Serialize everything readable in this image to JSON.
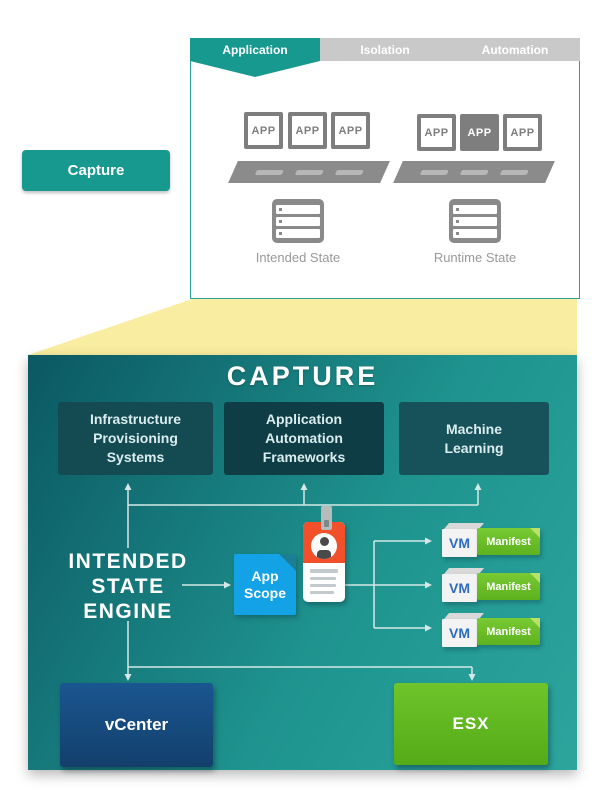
{
  "capture_button": {
    "label": "Capture"
  },
  "panel": {
    "tabs": [
      {
        "label": "Application",
        "active": true
      },
      {
        "label": "Isolation",
        "active": false
      },
      {
        "label": "Automation",
        "active": false
      }
    ],
    "intended_group": {
      "apps": [
        "APP",
        "APP",
        "APP"
      ],
      "label": "Intended State"
    },
    "runtime_group": {
      "apps": [
        "APP",
        "APP",
        "APP"
      ],
      "highlighted_index": 1,
      "label": "Runtime State"
    }
  },
  "diagram": {
    "title": "CAPTURE",
    "system_boxes": [
      {
        "label": "Infrastructure\nProvisioning\nSystems"
      },
      {
        "label": "Application\nAutomation\nFrameworks"
      },
      {
        "label": "Machine\nLearning"
      }
    ],
    "engine_label": "INTENDED\nSTATE\nENGINE",
    "app_scope_label": "App\nScope",
    "vm_rows": [
      {
        "vm": "VM",
        "manifest": "Manifest"
      },
      {
        "vm": "VM",
        "manifest": "Manifest"
      },
      {
        "vm": "VM",
        "manifest": "Manifest"
      }
    ],
    "vcenter_label": "vCenter",
    "esx_label": "ESX"
  },
  "colors": {
    "teal_accent": "#18998f",
    "tab_inactive_gray": "#c9c9c9",
    "yellow_beam": "#f9eda1",
    "diagram_bg_dark": "#0b5862",
    "diagram_bg_light": "#2ca59d",
    "system_box_dark": "#0e3d45",
    "app_scope_blue": "#14a2e6",
    "badge_orange": "#f1502b",
    "vm_text_blue": "#2e6cc0",
    "manifest_green": "#65bd26",
    "vcenter_navy": "#174e85",
    "esx_green": "#5eb81f",
    "connector_line": "#d4e9e7",
    "app_box_gray": "#7e7e7e"
  }
}
